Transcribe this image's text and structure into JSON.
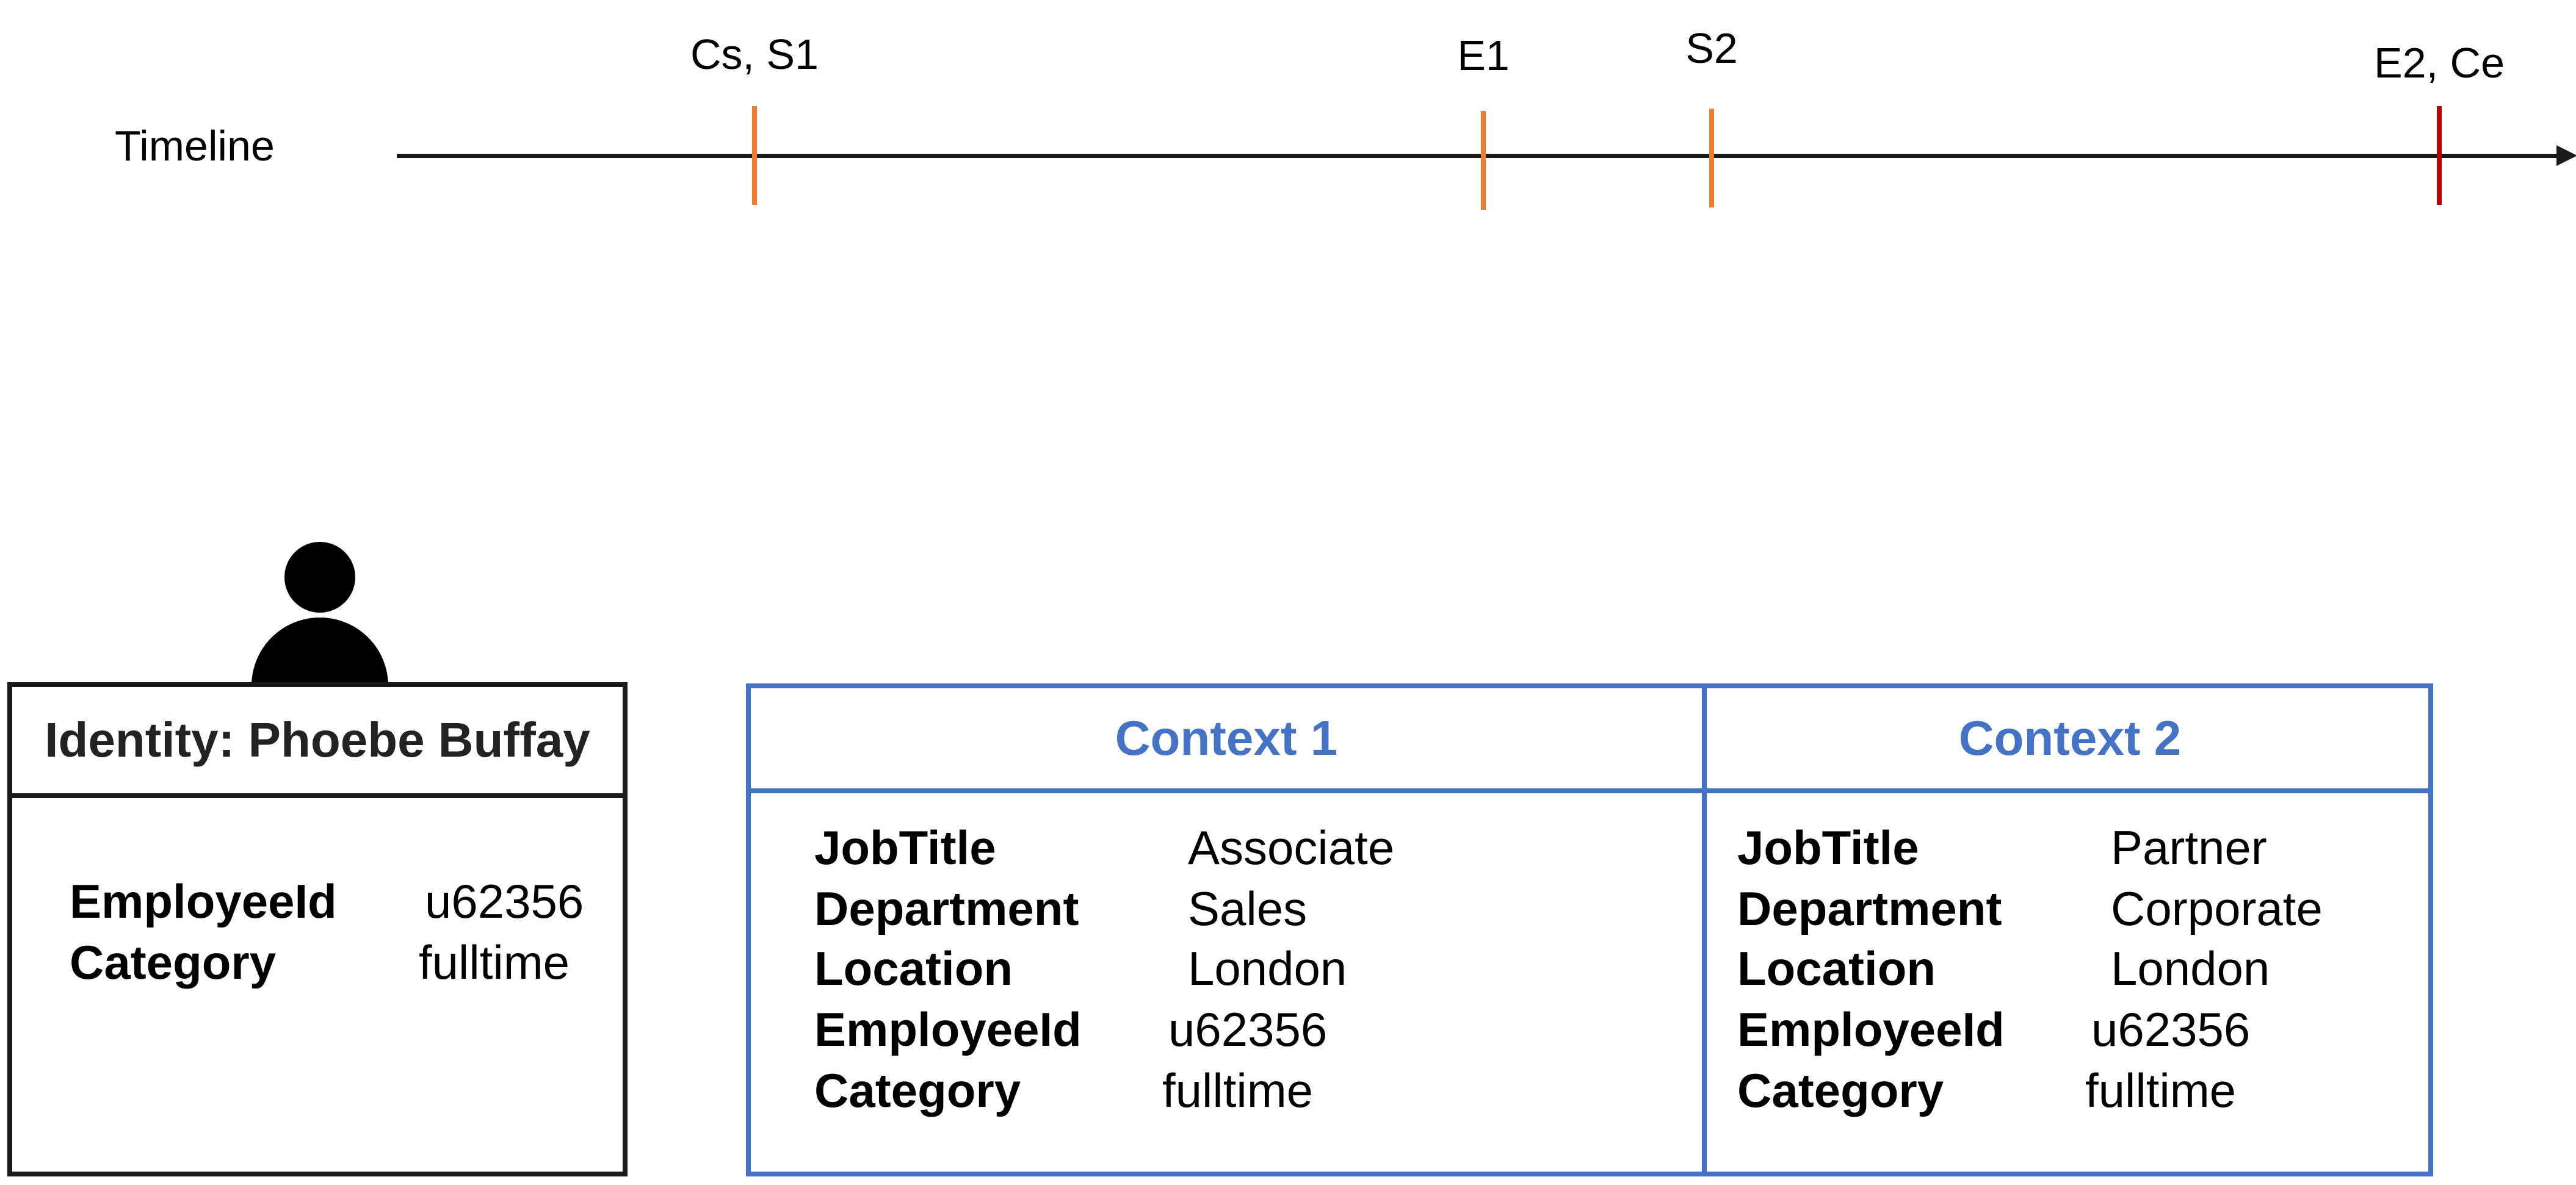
{
  "timeline": {
    "label": "Timeline",
    "markers": [
      {
        "label": "Cs, S1",
        "color": "#ed7d31"
      },
      {
        "label": "E1",
        "color": "#ed7d31"
      },
      {
        "label": "S2",
        "color": "#ed7d31"
      },
      {
        "label": "E2, Ce",
        "color": "#c00000"
      }
    ]
  },
  "identity": {
    "title": "Identity: Phoebe Buffay",
    "attributes": [
      {
        "key": "EmployeeId",
        "value": "u62356"
      },
      {
        "key": "Category",
        "value": "fulltime"
      }
    ]
  },
  "contexts": [
    {
      "title": "Context 1",
      "attributes": [
        {
          "key": "JobTitle",
          "value": "Associate"
        },
        {
          "key": "Department",
          "value": "Sales"
        },
        {
          "key": "Location",
          "value": "London"
        },
        {
          "key": "EmployeeId",
          "value": "u62356"
        },
        {
          "key": "Category",
          "value": "fulltime"
        }
      ]
    },
    {
      "title": "Context 2",
      "attributes": [
        {
          "key": "JobTitle",
          "value": "Partner"
        },
        {
          "key": "Department",
          "value": "Corporate"
        },
        {
          "key": "Location",
          "value": "London"
        },
        {
          "key": "EmployeeId",
          "value": "u62356"
        },
        {
          "key": "Category",
          "value": "fulltime"
        }
      ]
    }
  ],
  "colors": {
    "context_blue": "#4472c4",
    "marker_orange": "#ed7d31",
    "marker_red": "#c00000"
  }
}
